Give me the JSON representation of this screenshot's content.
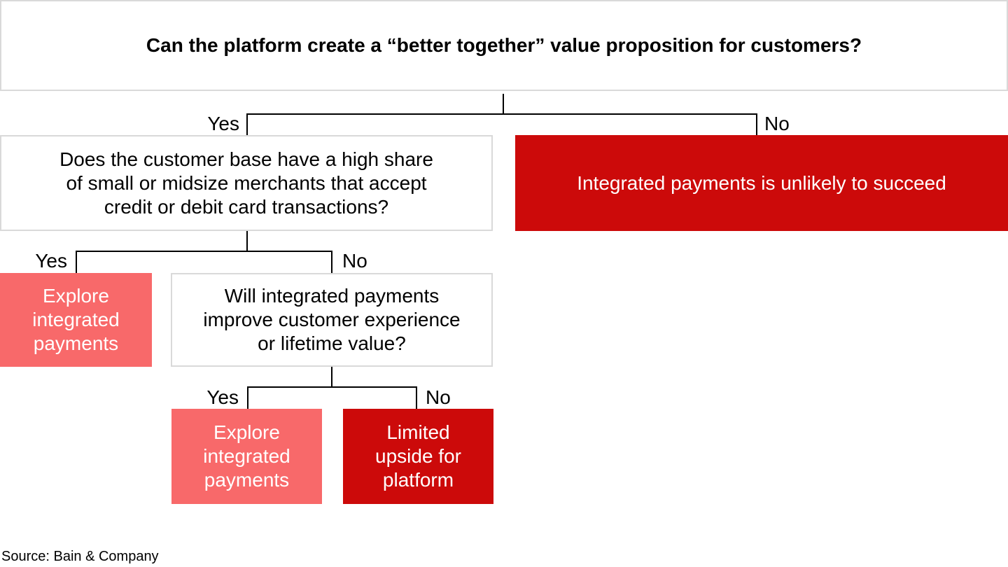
{
  "header": {
    "title": "Can the platform create a “better together” value proposition for customers?"
  },
  "branch_labels": {
    "yes": "Yes",
    "no": "No"
  },
  "nodes": {
    "q_merchants": {
      "lines": [
        "Does the customer base have a high share",
        "of small or midsize merchants that accept",
        "credit or debit card transactions?"
      ]
    },
    "outcome_unlikely": {
      "text": "Integrated payments is unlikely to succeed"
    },
    "outcome_explore_1": {
      "lines": [
        "Explore",
        "integrated",
        "payments"
      ]
    },
    "q_experience": {
      "lines": [
        "Will integrated payments",
        "improve customer experience",
        "or lifetime value?"
      ]
    },
    "outcome_explore_2": {
      "lines": [
        "Explore",
        "integrated",
        "payments"
      ]
    },
    "outcome_limited": {
      "lines": [
        "Limited",
        "upside for",
        "platform"
      ]
    }
  },
  "footer": {
    "source": "Source: Bain & Company"
  },
  "colors": {
    "positive_outcome": "#f8696a",
    "negative_outcome": "#cc0a0a",
    "box_border": "#d9d9d9",
    "connector": "#000000"
  }
}
